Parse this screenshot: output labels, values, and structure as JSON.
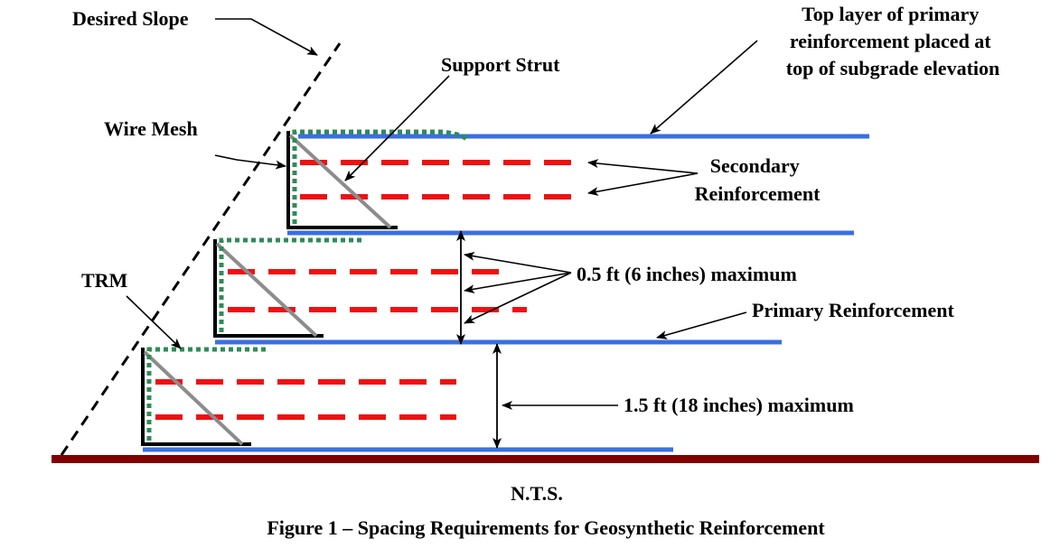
{
  "labels": {
    "desired_slope": "Desired Slope",
    "top_layer": [
      "Top layer of primary",
      "reinforcement placed at",
      "top of subgrade elevation"
    ],
    "support_strut": "Support Strut",
    "wire_mesh": "Wire Mesh",
    "secondary": [
      "Secondary",
      "Reinforcement"
    ],
    "half_ft": "0.5 ft (6 inches) maximum",
    "primary": "Primary Reinforcement",
    "trm": "TRM",
    "one_half_ft": "1.5 ft (18 inches) maximum"
  },
  "caption": {
    "nts": "N.T.S.",
    "title": "Figure 1 – Spacing Requirements for Geosynthetic Reinforcement"
  },
  "colors": {
    "primary_reinforcement": "#3a6fe0",
    "secondary_reinforcement": "#ee1111",
    "trm": "#2e8b57",
    "ground": "#800000",
    "strut": "#8c8c8c"
  }
}
